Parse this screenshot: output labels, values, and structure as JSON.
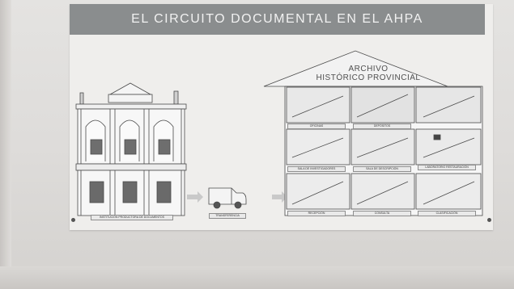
{
  "banner": {
    "title": "EL CIRCUITO DOCUMENTAL EN EL AHPA"
  },
  "archive": {
    "line1": "ARCHIVO",
    "line2": "HISTÓRICO PROVINCIAL"
  },
  "captions": {
    "building": "INSTITUCIÓN PRODUCTORA DE DOCUMENTOS",
    "van": "TRANSFERENCIA",
    "room1": "OFICINAS",
    "room2": "DEPÓSITOS",
    "room3": "SALA DE INVESTIGADORES",
    "room4": "SALA DE DESCRIPCIÓN",
    "room5": "LABORATORIO RESTAURACIÓN",
    "room6": "RECEPCIÓN",
    "room7": "CONSULTA",
    "room8": "CLASIFICACIÓN"
  }
}
